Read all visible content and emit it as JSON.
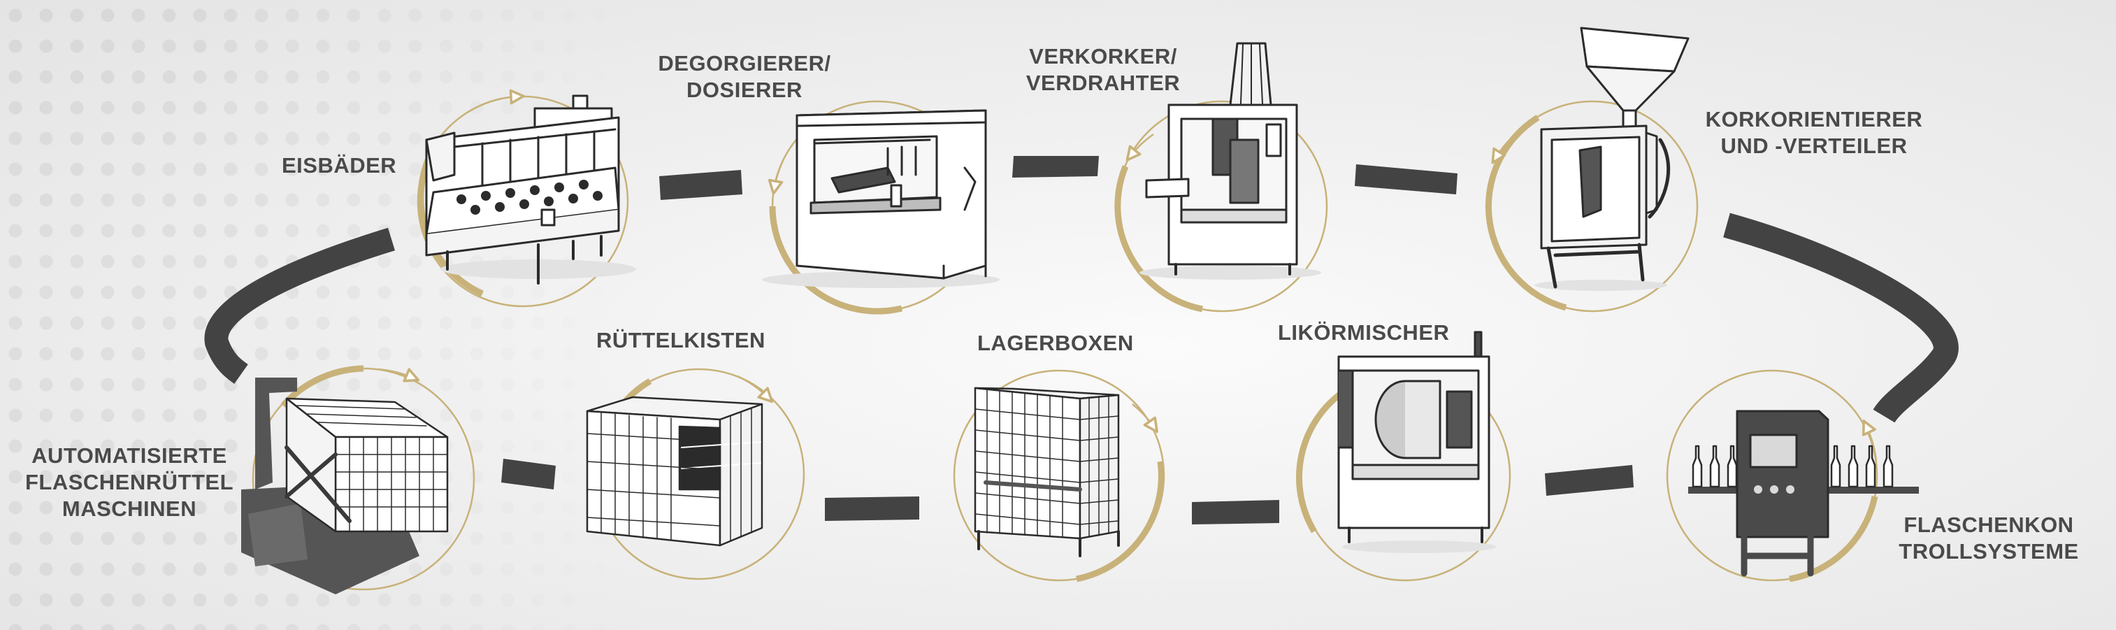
{
  "colors": {
    "text": "#4a4a4a",
    "connector": "#434343",
    "ring": "#c8b27a",
    "outline": "#2b2b2b",
    "machine_fill": "#ffffff"
  },
  "steps": [
    {
      "id": "eisbaeder",
      "label": "EISBÄDER",
      "icon": "ice-bath-machine-icon"
    },
    {
      "id": "degorgierer",
      "label": "DEGORGIERER/\nDOSIERER",
      "icon": "disgorging-dosing-machine-icon"
    },
    {
      "id": "verkorker",
      "label": "VERKORKER/\nVERDRAHTER",
      "icon": "corking-wiring-machine-icon"
    },
    {
      "id": "korkorientierer",
      "label": "KORKORIENTIERER\nUND -VERTEILER",
      "icon": "cork-orienting-distributing-machine-icon"
    },
    {
      "id": "flaschenkontroll",
      "label": "FLASCHENKON\nTROLLSYSTEME",
      "icon": "bottle-inspection-system-icon"
    },
    {
      "id": "likoermischer",
      "label": "LIKÖRMISCHER",
      "icon": "liqueur-mixer-machine-icon"
    },
    {
      "id": "lagerboxen",
      "label": "LAGERBOXEN",
      "icon": "storage-cage-box-icon"
    },
    {
      "id": "ruettelkisten",
      "label": "RÜTTELKISTEN",
      "icon": "riddling-crate-icon"
    },
    {
      "id": "flaschenruettel",
      "label": "AUTOMATISIERTE\nFLASCHENRÜTTEL\nMASCHINEN",
      "icon": "automated-bottle-riddling-machine-icon"
    }
  ]
}
